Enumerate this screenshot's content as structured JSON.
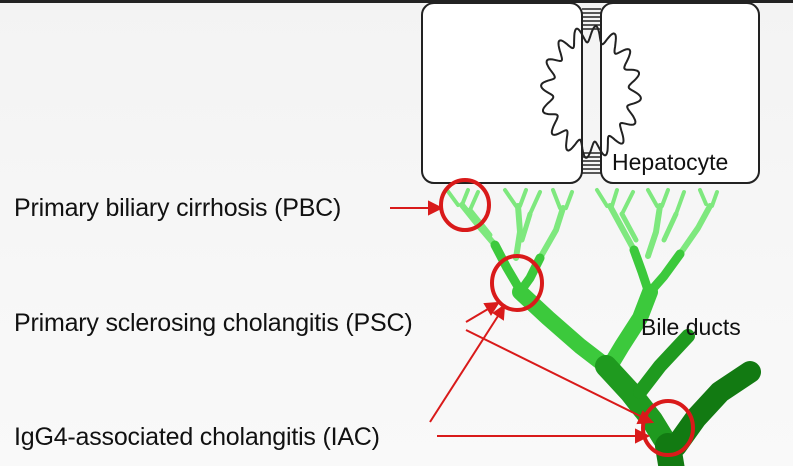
{
  "diagram": {
    "hepatocyte_label": "Hepatocyte",
    "bile_ducts_label": "Bile ducts",
    "diseases": [
      {
        "key": "pbc",
        "label": "Primary biliary cirrhosis (PBC)"
      },
      {
        "key": "psc",
        "label": "Primary sclerosing cholangitis (PSC)"
      },
      {
        "key": "iac",
        "label": "IgG4-associated cholangitis (IAC)"
      }
    ],
    "colors": {
      "highlight_ring": "#d91a1a",
      "arrow": "#d91a1a",
      "duct_small": "#7ee87e",
      "duct_medium": "#3cc93c",
      "duct_large": "#1f9a1f",
      "duct_largest": "#127a12",
      "cell_outline": "#222222"
    }
  }
}
